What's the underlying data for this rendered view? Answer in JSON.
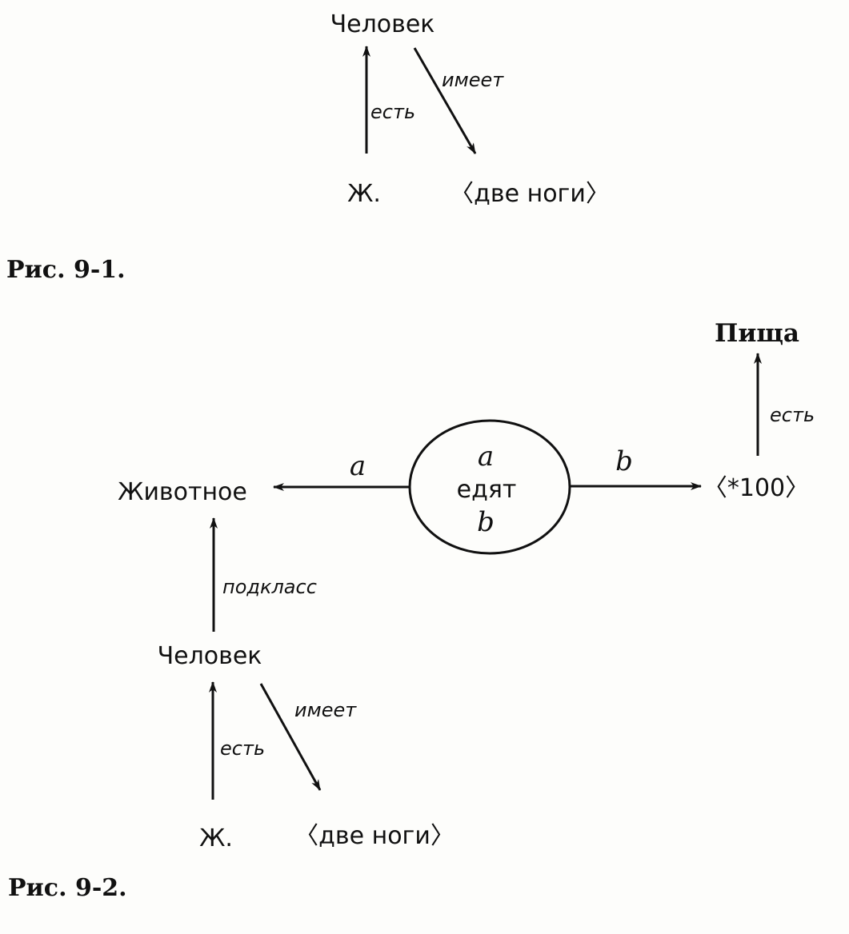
{
  "fig1": {
    "caption": "Рис. 9-1.",
    "nodes": {
      "human": "Человек",
      "zh": "Ж.",
      "two_legs": "〈две ноги〉"
    },
    "edges": {
      "is": "есть",
      "has": "имеет"
    }
  },
  "fig2": {
    "caption": "Рис. 9-2.",
    "nodes": {
      "food": "Пища",
      "animal": "Животное",
      "human": "Человек",
      "zh": "Ж.",
      "two_legs": "〈две ноги〉",
      "hundred": "〈*100〉"
    },
    "event": {
      "subject_var": "a",
      "verb": "едят",
      "object_var": "b"
    },
    "edges": {
      "food_is": "есть",
      "subclass": "подкласс",
      "is": "есть",
      "has": "имеет",
      "agent": "a",
      "object": "b"
    }
  }
}
